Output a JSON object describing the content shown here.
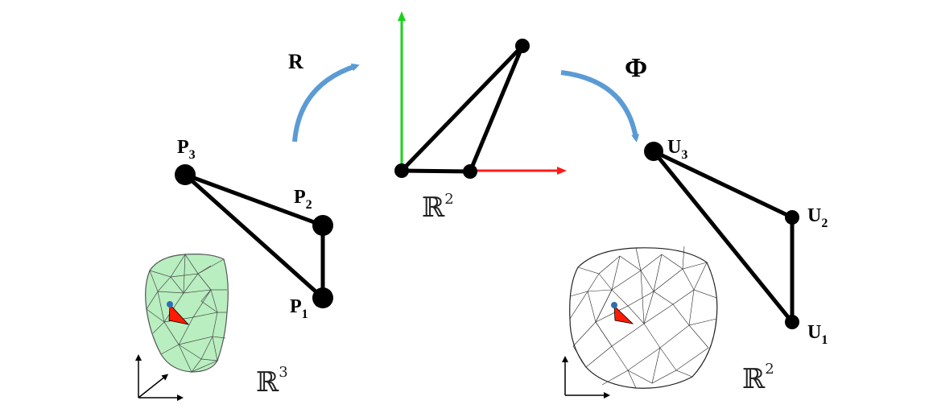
{
  "labels": {
    "rotation": "R",
    "mapping": "Φ",
    "p1": "P",
    "p1_sub": "1",
    "p2": "P",
    "p2_sub": "2",
    "p3": "P",
    "p3_sub": "3",
    "u1": "U",
    "u1_sub": "1",
    "u2": "U",
    "u2_sub": "2",
    "u3": "U",
    "u3_sub": "3",
    "space_r3": "ℝ",
    "space_r3_exp": "3",
    "space_r2_mid": "ℝ",
    "space_r2_mid_exp": "2",
    "space_r2_right": "ℝ",
    "space_r2_right_exp": "2"
  },
  "colors": {
    "arrow": "#5b9bd5",
    "x_axis": "#ff1a1a",
    "y_axis": "#19d119",
    "mesh_fill": "#b9eec0",
    "mesh_edge": "#333333",
    "highlight_triangle": "#ff1a00",
    "vertex_dot": "#2e6fb0"
  }
}
